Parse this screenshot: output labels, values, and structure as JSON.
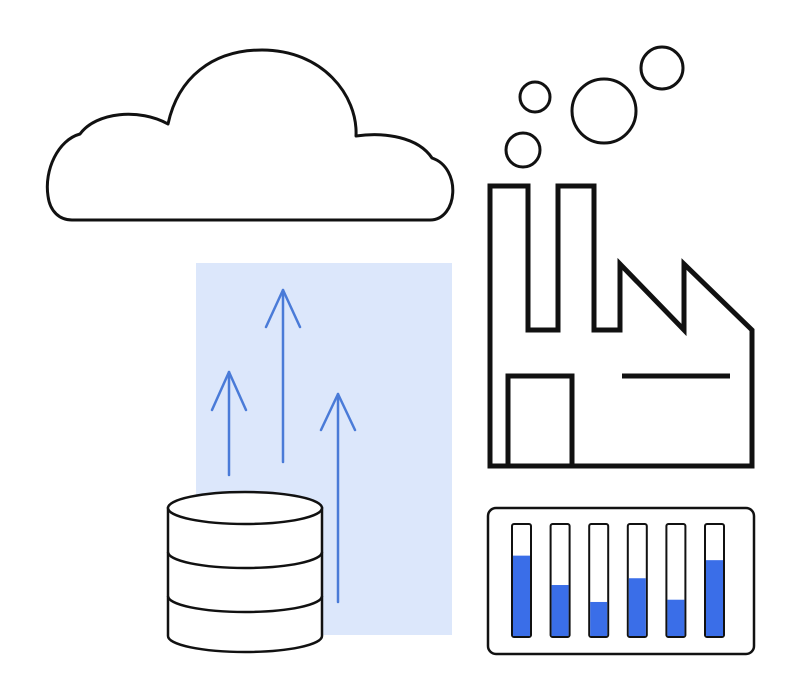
{
  "illustration": {
    "colors": {
      "panel": "#dce7fb",
      "accent": "#3a6ee8",
      "arrow": "#4a7bd8",
      "outline": "#111111",
      "background": "#ffffff"
    },
    "icons": [
      "cloud-icon",
      "database-icon",
      "factory-icon",
      "smoke-bubbles",
      "upload-arrows",
      "level-meter-panel"
    ],
    "meter_levels": [
      0.72,
      0.46,
      0.31,
      0.52,
      0.33,
      0.68
    ]
  }
}
